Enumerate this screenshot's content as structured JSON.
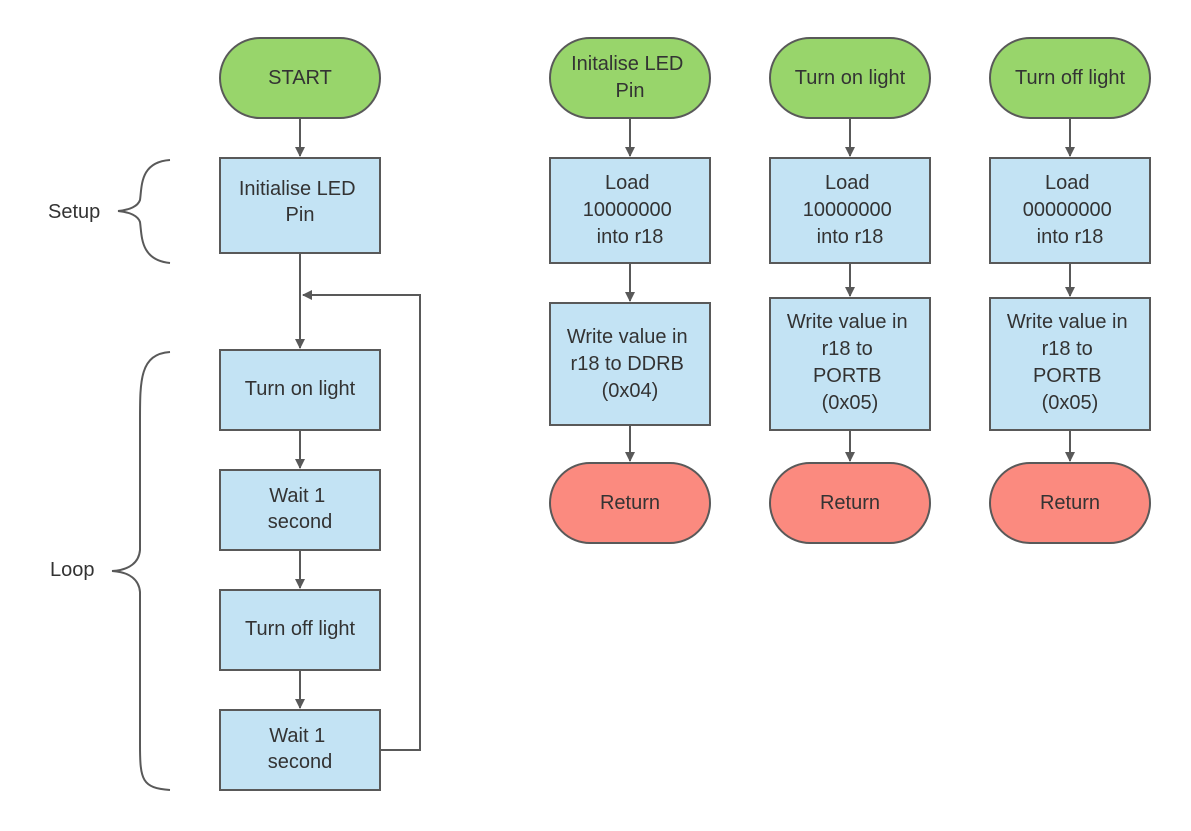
{
  "colors": {
    "terminal_start": "#98d56b",
    "process": "#c3e3f4",
    "terminal_return": "#fb8a7f",
    "stroke": "#595959",
    "text": "#333333"
  },
  "main_flow": {
    "start": "START",
    "setup_label": "Setup",
    "loop_label": "Loop",
    "init": [
      "Initialise LED",
      "Pin"
    ],
    "turn_on": [
      "Turn on light"
    ],
    "wait_1": [
      "Wait 1",
      "second"
    ],
    "turn_off": [
      "Turn off light"
    ],
    "wait_2": [
      "Wait 1",
      "second"
    ]
  },
  "subroutines": [
    {
      "title": [
        "Initalise LED",
        "Pin"
      ],
      "load": [
        "Load",
        "10000000",
        "into r18"
      ],
      "write": [
        "Write value in",
        "r18 to DDRB",
        "(0x04)"
      ],
      "ret": "Return"
    },
    {
      "title": [
        "Turn on light"
      ],
      "load": [
        "Load",
        "10000000",
        "into r18"
      ],
      "write": [
        "Write value in",
        "r18 to",
        "PORTB",
        "(0x05)"
      ],
      "ret": "Return"
    },
    {
      "title": [
        "Turn off light"
      ],
      "load": [
        "Load",
        "00000000",
        "into r18"
      ],
      "write": [
        "Write value in",
        "r18 to",
        "PORTB",
        "(0x05)"
      ],
      "ret": "Return"
    }
  ]
}
